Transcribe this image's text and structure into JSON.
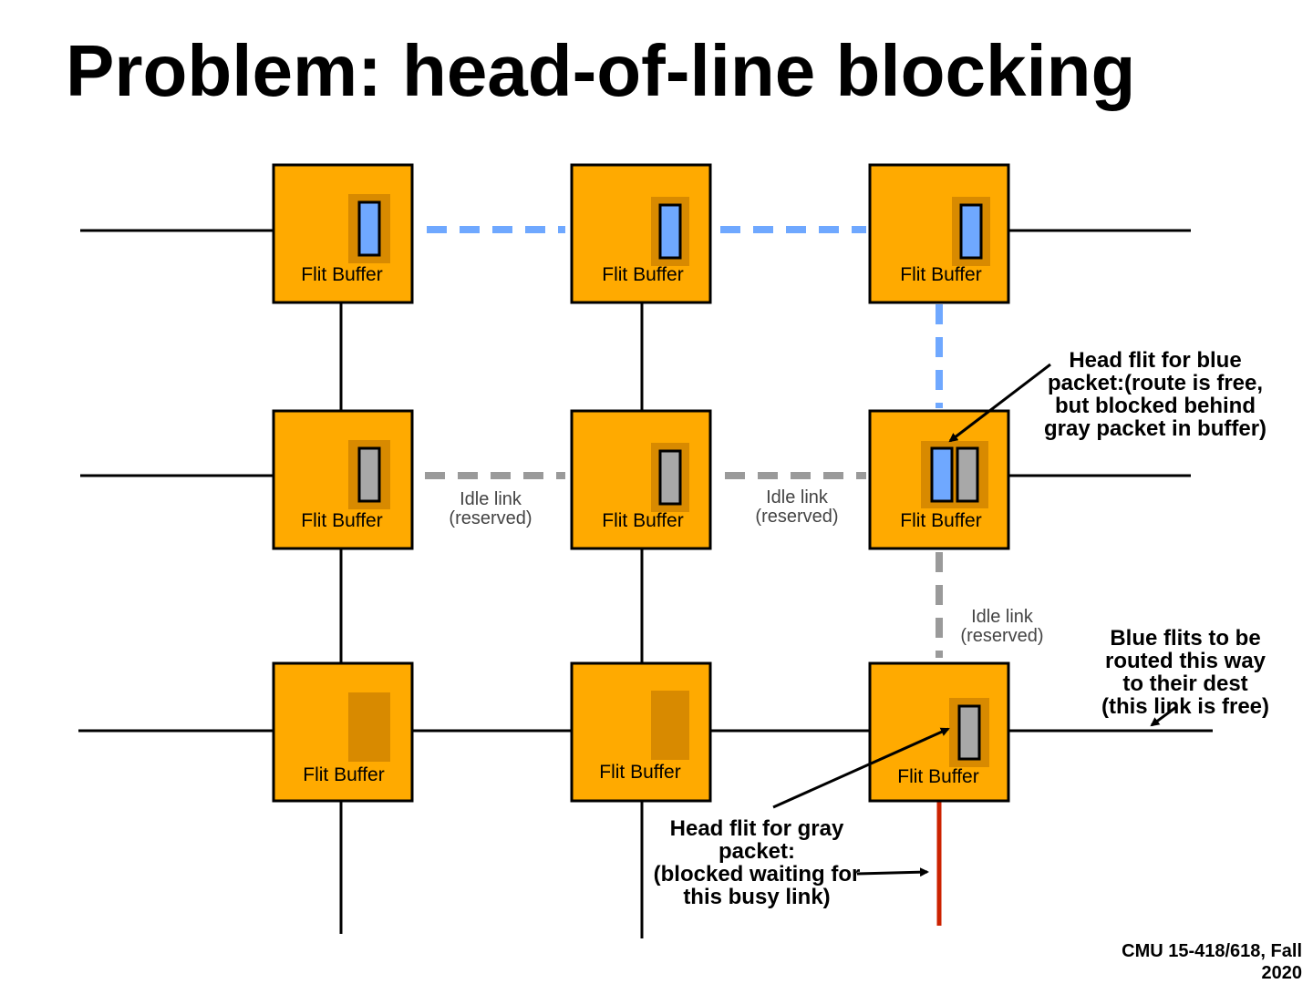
{
  "title": "Problem: head-of-line blocking",
  "colors": {
    "node_fill": "#FFAA00",
    "buffer_slot": "#D88A00",
    "blue_flit": "#6FA8FF",
    "gray_flit": "#A8A8A8",
    "blue_link": "#6FA8FF",
    "gray_link": "#9A9A9A",
    "busy_link": "#CC2200"
  },
  "nodes": [
    {
      "label": "Flit Buffer",
      "flits": [
        "blue"
      ]
    },
    {
      "label": "Flit Buffer",
      "flits": [
        "blue"
      ]
    },
    {
      "label": "Flit Buffer",
      "flits": [
        "blue"
      ]
    },
    {
      "label": "Flit Buffer",
      "flits": [
        "gray"
      ]
    },
    {
      "label": "Flit Buffer",
      "flits": [
        "gray"
      ]
    },
    {
      "label": "Flit Buffer",
      "flits": [
        "blue",
        "gray"
      ]
    },
    {
      "label": "Flit Buffer",
      "flits": []
    },
    {
      "label": "Flit Buffer",
      "flits": []
    },
    {
      "label": "Flit Buffer",
      "flits": [
        "gray"
      ]
    }
  ],
  "idle_link_labels": [
    {
      "line1": "Idle link",
      "line2": "(reserved)"
    },
    {
      "line1": "Idle link",
      "line2": "(reserved)"
    },
    {
      "line1": "Idle link",
      "line2": "(reserved)"
    }
  ],
  "notes": {
    "blue_head": [
      "Head flit for blue",
      "packet:(route is free,",
      "but blocked behind",
      "gray packet in buffer)"
    ],
    "blue_route": [
      "Blue flits to be",
      "routed this way",
      "to their dest",
      "(this link is free)"
    ],
    "gray_head": [
      "Head flit for gray",
      "packet:",
      "(blocked waiting for",
      "this busy link)"
    ]
  },
  "footer": [
    "CMU 15-418/618, Fall",
    "2020"
  ]
}
